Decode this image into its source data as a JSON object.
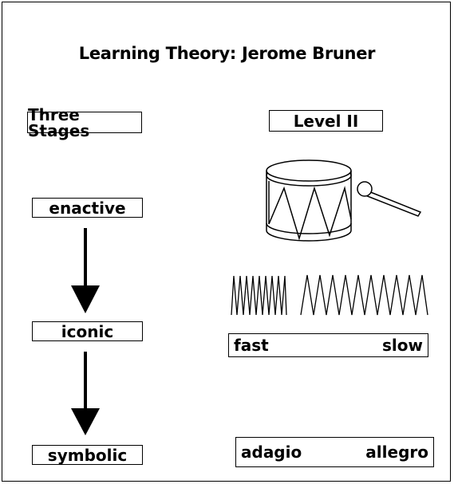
{
  "title": "Learning Theory: Jerome Bruner",
  "left_column": {
    "header": "Three Stages",
    "stages": [
      "enactive",
      "iconic",
      "symbolic"
    ]
  },
  "right_column": {
    "header": "Level II",
    "tempo_labels": {
      "left": "fast",
      "right": "slow"
    },
    "italian_terms": {
      "left": "adagio",
      "right": "allegro"
    },
    "icons": [
      "drum-icon",
      "fast-zigzag-icon",
      "slow-zigzag-icon"
    ]
  }
}
